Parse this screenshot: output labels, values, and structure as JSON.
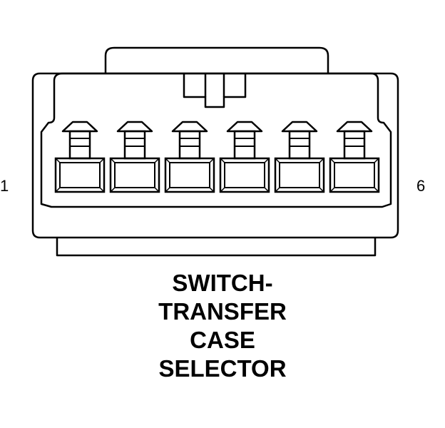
{
  "connector": {
    "pin_first_label": "1",
    "pin_last_label": "6",
    "cavity_count": 6,
    "caption_lines": [
      "SWITCH-",
      "TRANSFER",
      "CASE",
      "SELECTOR"
    ]
  },
  "colors": {
    "stroke": "#000000",
    "background": "#ffffff"
  }
}
